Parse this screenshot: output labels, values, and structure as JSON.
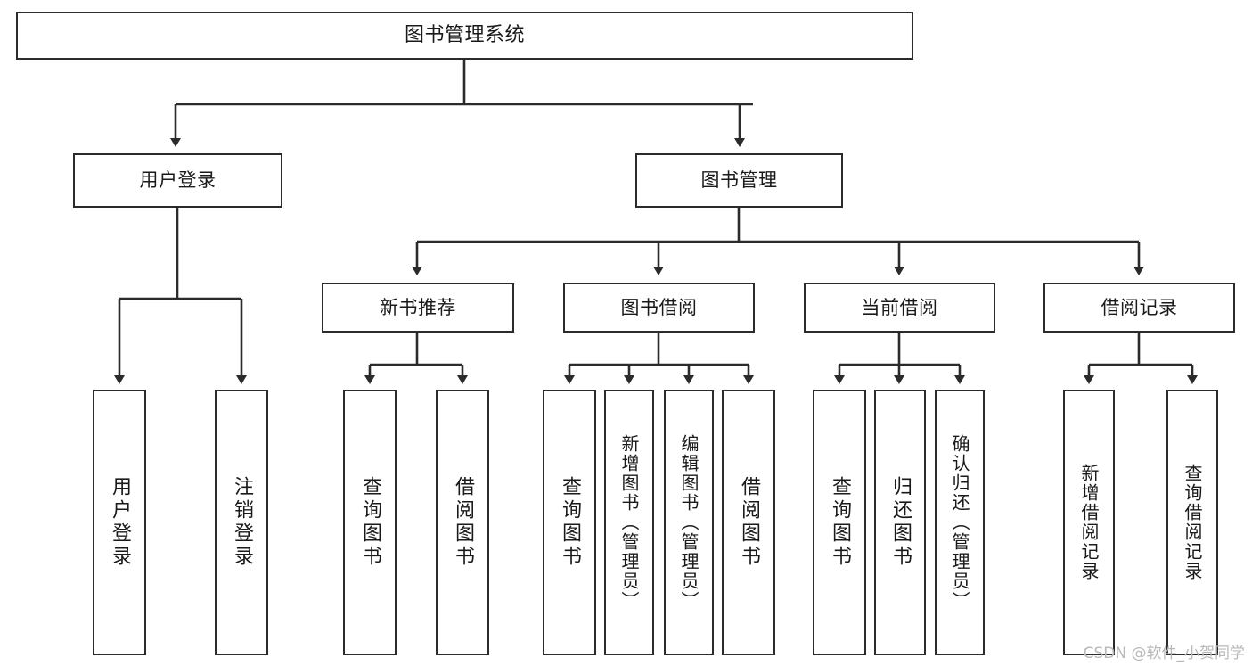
{
  "diagram": {
    "title": "图书管理系统",
    "type": "tree",
    "levels": [
      {
        "level": 0,
        "nodes": [
          {
            "id": "root",
            "label": "图书管理系统",
            "orientation": "horizontal"
          }
        ]
      },
      {
        "level": 1,
        "nodes": [
          {
            "id": "user-login",
            "label": "用户登录",
            "orientation": "horizontal",
            "parent": "root"
          },
          {
            "id": "book-manage",
            "label": "图书管理",
            "orientation": "horizontal",
            "parent": "root"
          }
        ]
      },
      {
        "level": 2,
        "nodes": [
          {
            "id": "new-book-recommend",
            "label": "新书推荐",
            "orientation": "horizontal",
            "parent": "book-manage"
          },
          {
            "id": "book-borrow",
            "label": "图书借阅",
            "orientation": "horizontal",
            "parent": "book-manage"
          },
          {
            "id": "current-borrow",
            "label": "当前借阅",
            "orientation": "horizontal",
            "parent": "book-manage"
          },
          {
            "id": "borrow-record",
            "label": "借阅记录",
            "orientation": "horizontal",
            "parent": "book-manage"
          }
        ]
      },
      {
        "level": 3,
        "nodes": [
          {
            "id": "leaf-user-login",
            "label": "用户登录",
            "orientation": "vertical",
            "parent": "user-login"
          },
          {
            "id": "leaf-logout",
            "label": "注销登录",
            "orientation": "vertical",
            "parent": "user-login"
          },
          {
            "id": "leaf-query-book-1",
            "label": "查询图书",
            "orientation": "vertical",
            "parent": "new-book-recommend"
          },
          {
            "id": "leaf-borrow-book-1",
            "label": "借阅图书",
            "orientation": "vertical",
            "parent": "new-book-recommend"
          },
          {
            "id": "leaf-query-book-2",
            "label": "查询图书",
            "orientation": "vertical",
            "parent": "book-borrow"
          },
          {
            "id": "leaf-add-book",
            "label": "新增图书（管理员）",
            "orientation": "vertical",
            "parent": "book-borrow"
          },
          {
            "id": "leaf-edit-book",
            "label": "编辑图书（管理员）",
            "orientation": "vertical",
            "parent": "book-borrow"
          },
          {
            "id": "leaf-borrow-book-2",
            "label": "借阅图书",
            "orientation": "vertical",
            "parent": "book-borrow"
          },
          {
            "id": "leaf-query-book-3",
            "label": "查询图书",
            "orientation": "vertical",
            "parent": "current-borrow"
          },
          {
            "id": "leaf-return-book",
            "label": "归还图书",
            "orientation": "vertical",
            "parent": "current-borrow"
          },
          {
            "id": "leaf-confirm-return",
            "label": "确认归还（管理员）",
            "orientation": "vertical",
            "parent": "current-borrow"
          },
          {
            "id": "leaf-add-record",
            "label": "新增借阅记录",
            "orientation": "vertical",
            "parent": "borrow-record"
          },
          {
            "id": "leaf-query-record",
            "label": "查询借阅记录",
            "orientation": "vertical",
            "parent": "borrow-record"
          }
        ]
      }
    ]
  },
  "watermark": {
    "text": "CSDN @软件_小贺同学"
  },
  "colors": {
    "stroke": "#2b2b2b",
    "fill": "#ffffff",
    "text": "#1a1a1a",
    "watermark": "#b9b9b9"
  }
}
